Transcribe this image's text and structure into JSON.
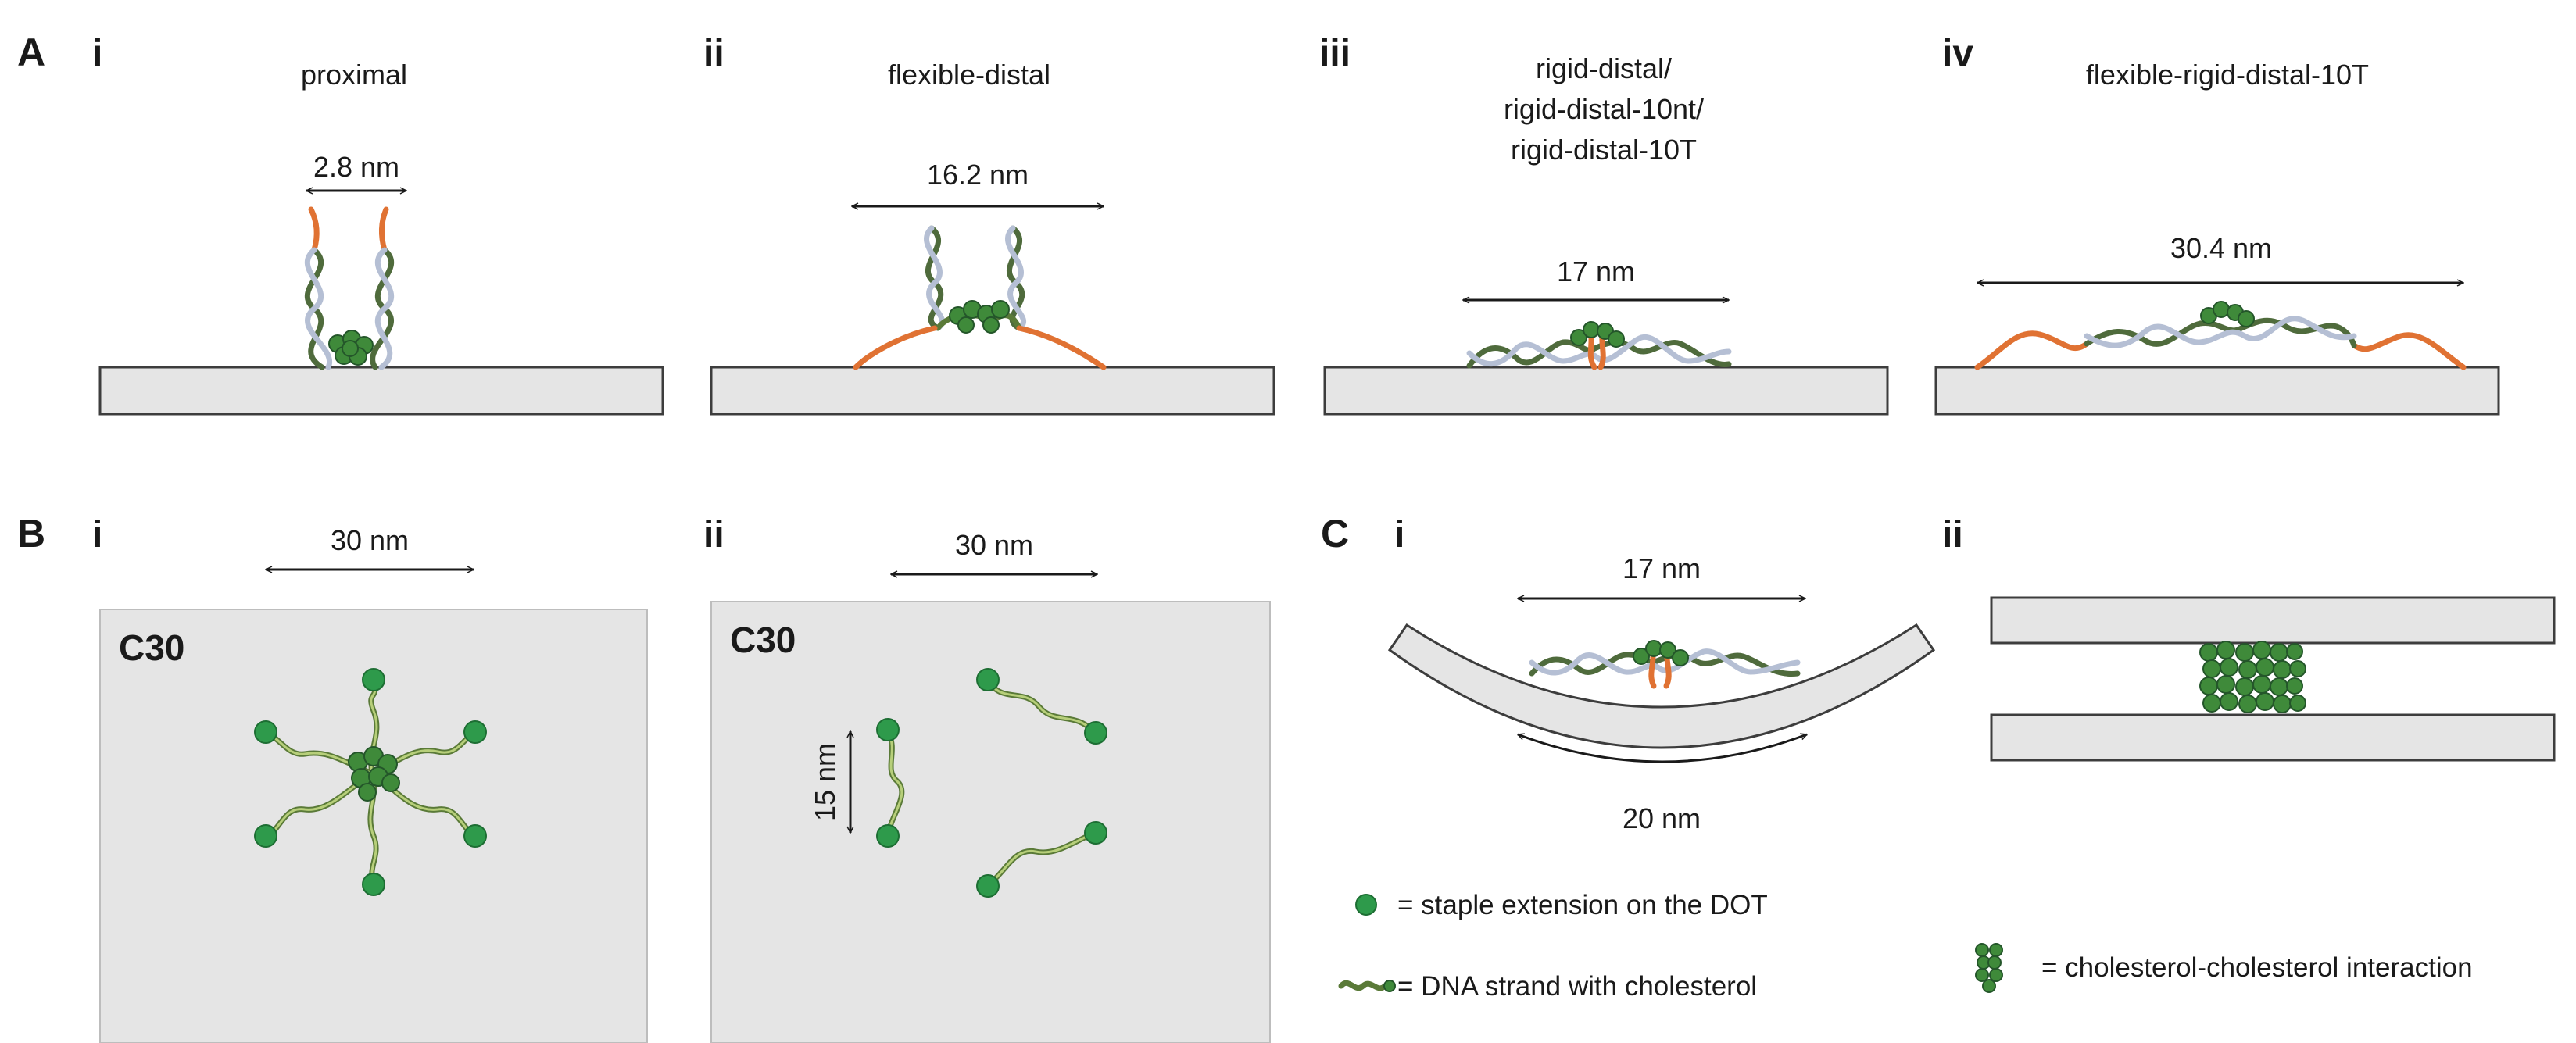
{
  "panel_a": {
    "letter": "A",
    "panels": [
      {
        "numeral": "i",
        "title_lines": [
          "proximal"
        ],
        "dimension": "2.8 nm"
      },
      {
        "numeral": "ii",
        "title_lines": [
          "flexible-distal"
        ],
        "dimension": "16.2 nm"
      },
      {
        "numeral": "iii",
        "title_lines": [
          "rigid-distal/",
          "rigid-distal-10nt/",
          "rigid-distal-10T"
        ],
        "dimension": "17 nm"
      },
      {
        "numeral": "iv",
        "title_lines": [
          "flexible-rigid-distal-10T"
        ],
        "dimension": "30.4 nm"
      }
    ]
  },
  "panel_b": {
    "letter": "B",
    "panels": [
      {
        "numeral": "i",
        "box_label": "C30",
        "dimension": "30 nm"
      },
      {
        "numeral": "ii",
        "box_label": "C30",
        "dimension": "30 nm",
        "vertical_dimension": "15 nm"
      }
    ]
  },
  "panel_c": {
    "letter": "C",
    "panels": [
      {
        "numeral": "i",
        "dimension_top": "17 nm",
        "dimension_bottom": "20 nm"
      },
      {
        "numeral": "ii"
      }
    ]
  },
  "legend": {
    "staple_extension": "= staple extension on the DOT",
    "dna_strand": "= DNA strand with cholesterol",
    "chol_interaction": "= cholesterol-cholesterol interaction"
  },
  "colors": {
    "surface_fill": "#e5e5e5",
    "surface_stroke": "#3d3d3d",
    "helix_dark": "#4f6b3c",
    "helix_light": "#b5bfd4",
    "single_strand": "#e07233",
    "staple_dot": "#2e9a4b",
    "cholesterol": "#3f8a3a"
  }
}
